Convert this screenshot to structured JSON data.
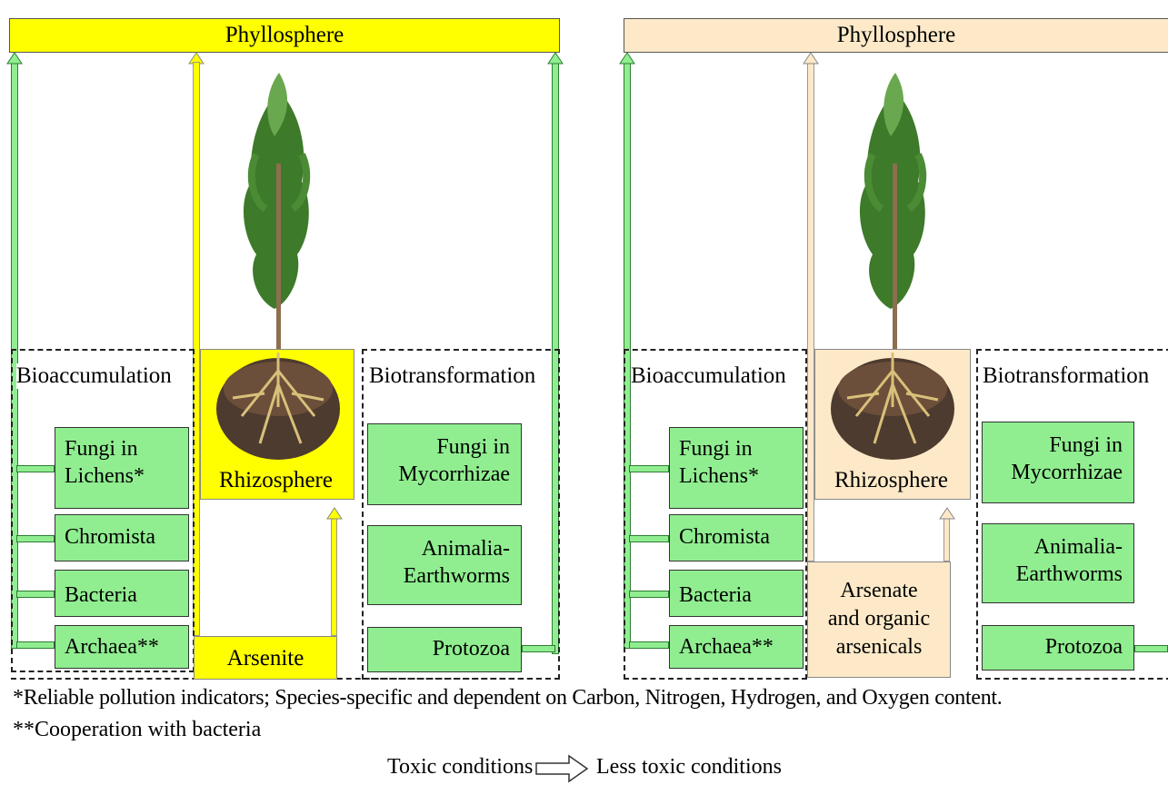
{
  "colors": {
    "left_accent": "#ffff00",
    "right_accent": "#fde9c8",
    "box_green": "#90ee90"
  },
  "left": {
    "top_bar": "Phyllosphere",
    "left_heading": "Bioaccumulation",
    "right_heading": "Biotransformation",
    "rhizosphere": "Rhizosphere",
    "source": "Arsenite",
    "left_boxes": [
      "Fungi in\nLichens*",
      "Chromista",
      "Bacteria",
      "Archaea**"
    ],
    "right_boxes": [
      "Fungi in\nMycorrhizae",
      "Animalia-\nEarthworms",
      "Protozoa"
    ]
  },
  "right": {
    "top_bar": "Phyllosphere",
    "left_heading": "Bioaccumulation",
    "right_heading": "Biotransformation",
    "rhizosphere": "Rhizosphere",
    "source": "Arsenate\nand organic\narsenicals",
    "left_boxes": [
      "Fungi in\nLichens*",
      "Chromista",
      "Bacteria",
      "Archaea**"
    ],
    "right_boxes": [
      "Fungi in\nMycorrhizae",
      "Animalia-\nEarthworms",
      "Protozoa"
    ]
  },
  "footnotes": {
    "note1": "*Reliable pollution indicators; Species-specific and dependent on Carbon, Nitrogen, Hydrogen, and Oxygen content.",
    "note2": "**Cooperation with bacteria"
  },
  "legend": {
    "from": "Toxic conditions",
    "to": "Less toxic conditions"
  }
}
